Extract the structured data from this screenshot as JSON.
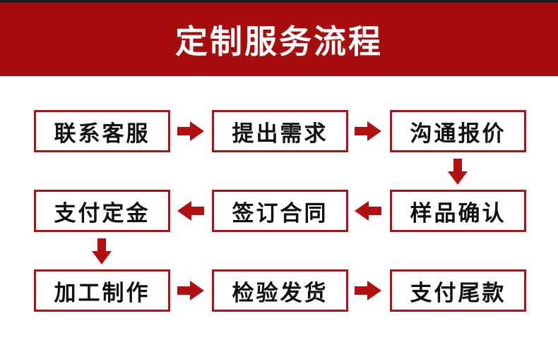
{
  "header": {
    "title": "定制服务流程"
  },
  "steps": [
    {
      "label": "联系客服"
    },
    {
      "label": "提出需求"
    },
    {
      "label": "沟通报价"
    },
    {
      "label": "支付定金"
    },
    {
      "label": "签订合同"
    },
    {
      "label": "样品确认"
    },
    {
      "label": "加工制作"
    },
    {
      "label": "检验发货"
    },
    {
      "label": "支付尾款"
    }
  ],
  "colors": {
    "top_strip": "#1e1e1e",
    "banner": "#a70d0d",
    "banner_text": "#ffffff",
    "box_border": "#aa1414",
    "box_bg": "#ffffff",
    "box_text": "#111111",
    "arrow": "#b21010",
    "page_bg": "#ffffff"
  }
}
